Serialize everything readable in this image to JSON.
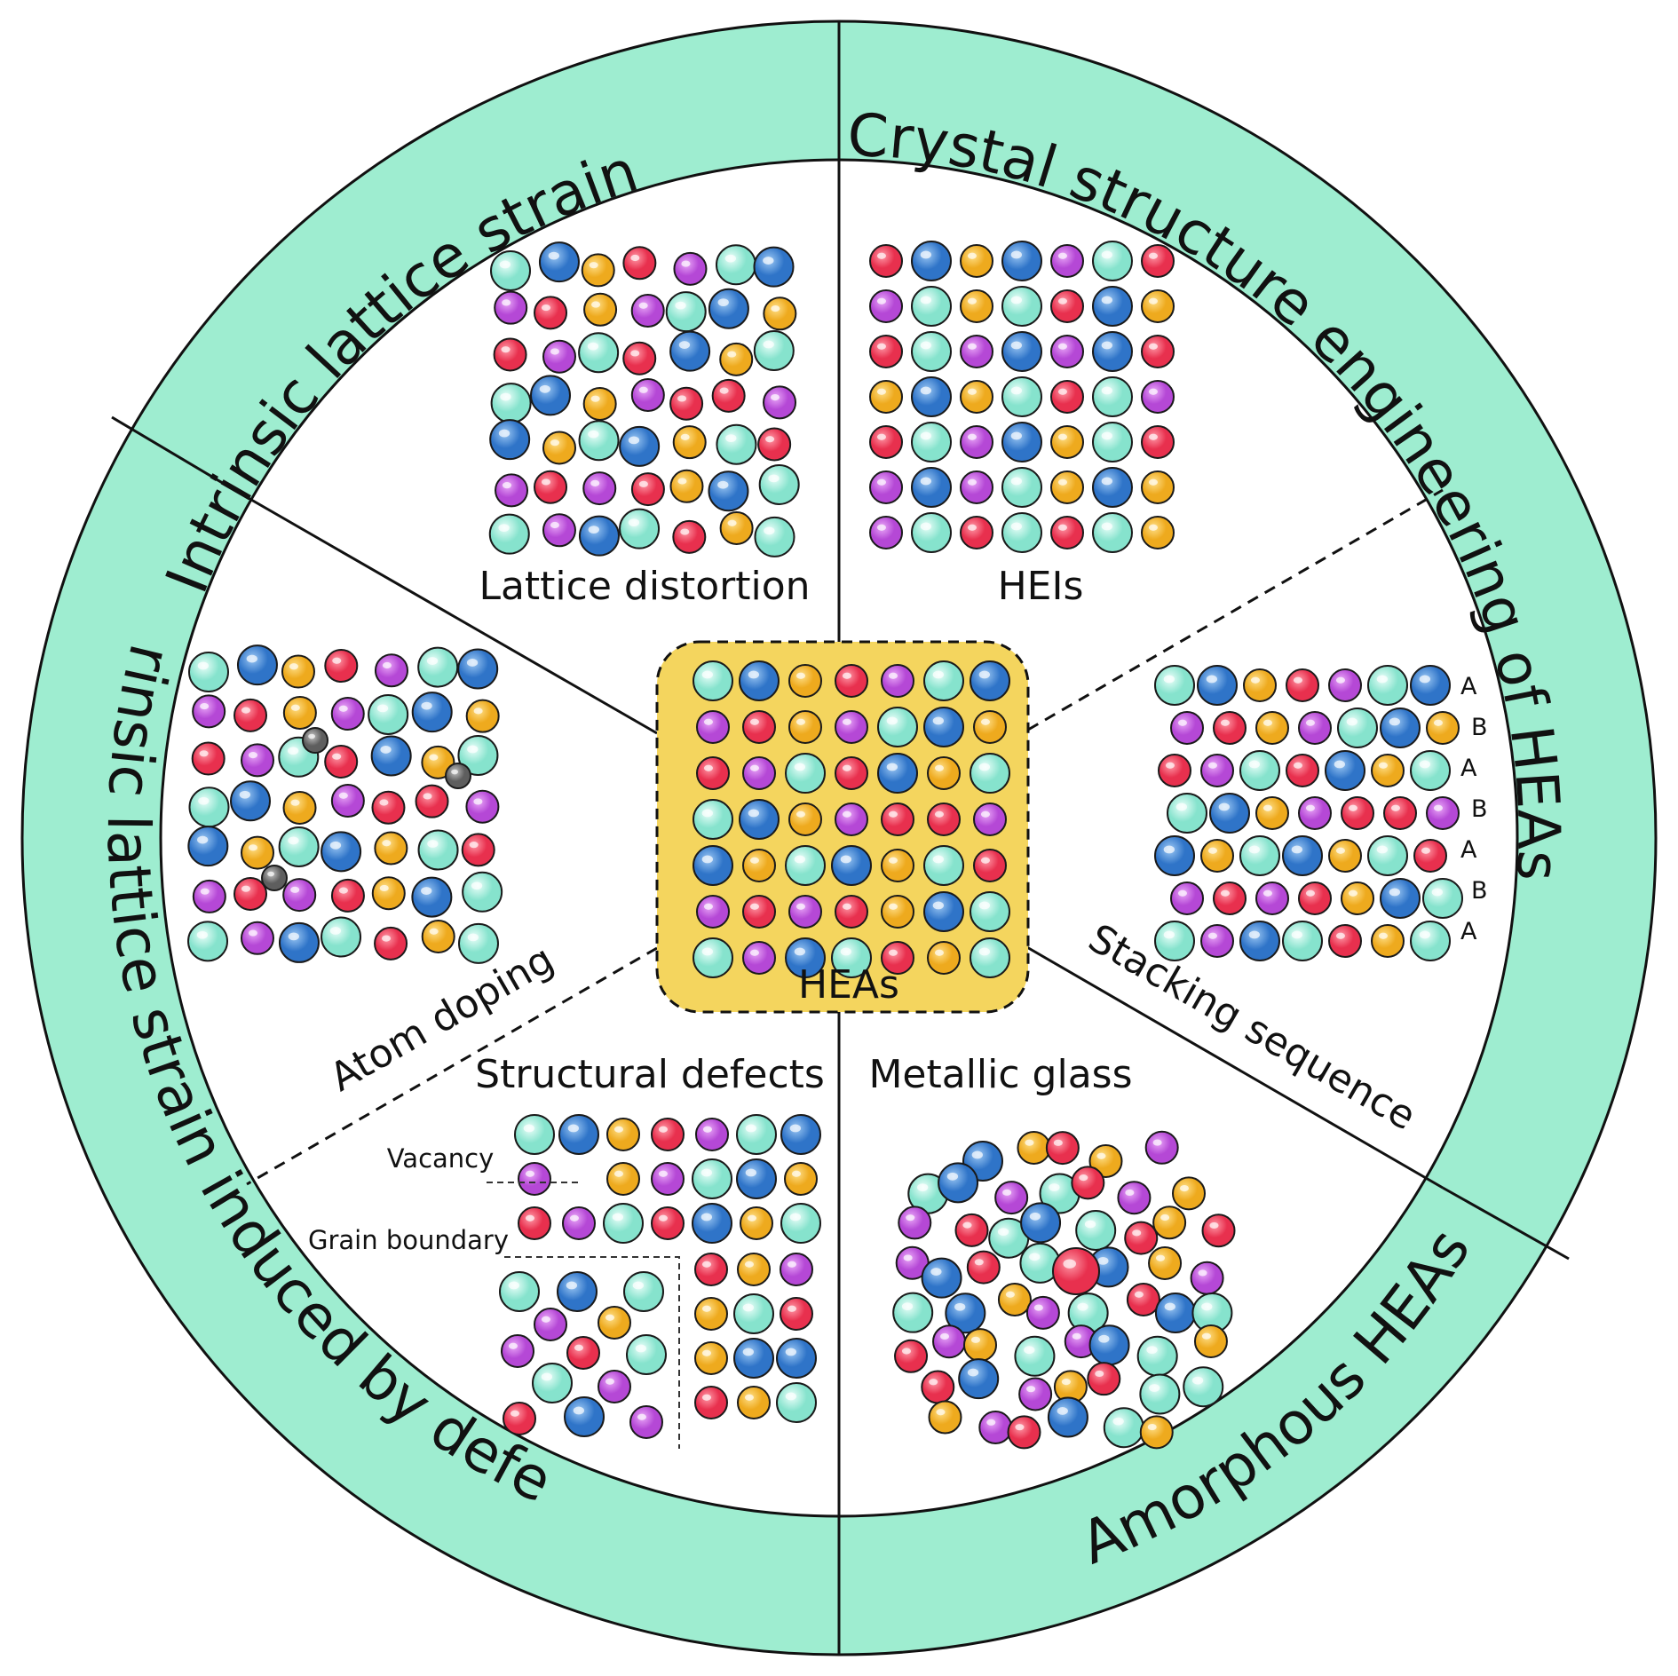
{
  "colors": {
    "ring": "#9eedd0",
    "center_box": "#f4d55e",
    "atoms": {
      "R": {
        "base": "#e8304e",
        "light": "#ff9aa8",
        "name": "red"
      },
      "B": {
        "base": "#2f74c8",
        "light": "#9cc8f4",
        "name": "blue"
      },
      "O": {
        "base": "#eeaa1e",
        "light": "#ffe08a",
        "name": "orange"
      },
      "P": {
        "base": "#b548d6",
        "light": "#eaa8f8",
        "name": "purple"
      },
      "C": {
        "base": "#86e3cd",
        "light": "#ecfffa",
        "name": "cyan"
      },
      "G": {
        "base": "#5e5e5e",
        "light": "#c4c4c4",
        "name": "gray-dopant"
      }
    }
  },
  "ring_labels": {
    "intrinsic": "Intrinsic lattice strain",
    "crystal": "Crystal structure engineering of HEAs",
    "amorphous": "Amorphous HEAs",
    "extrinsic": "Extrinsic lattice strain induced by defects"
  },
  "labels": {
    "lattice_distortion": "Lattice distortion",
    "heis": "HEIs",
    "heas": "HEAs",
    "stacking_sequence": "Stacking sequence",
    "metallic_glass": "Metallic glass",
    "structural_defects": "Structural defects",
    "atom_doping": "Atom doping",
    "vacancy": "Vacancy",
    "grain_boundary": "Grain boundary"
  },
  "stacking_layers": [
    "A",
    "B",
    "A",
    "B",
    "A",
    "B",
    "A"
  ],
  "atom_grids": {
    "lattice_distortion": [
      "CBORPCB",
      "PROPCBO",
      "RPCRBOC",
      "CBOPRRP",
      "BOCBOCR",
      "PRPROBC",
      "CPBCROC"
    ],
    "heis": [
      "RBOBPCR",
      "PCOCRBO",
      "RCPBPBR",
      "OBOCRCP",
      "RCPBOCR",
      "PBPCOBO",
      "PCRCRCO"
    ],
    "heas": [
      "CBORPCB",
      "PROPCBO",
      "RPCRBOC",
      "CBOPRRP",
      "BOCBOCR",
      "PRPROBC",
      "CPBCROC"
    ],
    "atom_doping": [
      "CBORPCB",
      "PROPCBO",
      "RPCRBOC",
      "CBOPRRP",
      "BOCBOCR",
      "PRPROBC",
      "CPBCROC"
    ],
    "stacking": [
      "CBORPCB",
      "PROPCBO",
      "RPCRBOC",
      "CBOPRRP",
      "BOCBOCR",
      "PRPROBC",
      "CPBCROC"
    ]
  }
}
